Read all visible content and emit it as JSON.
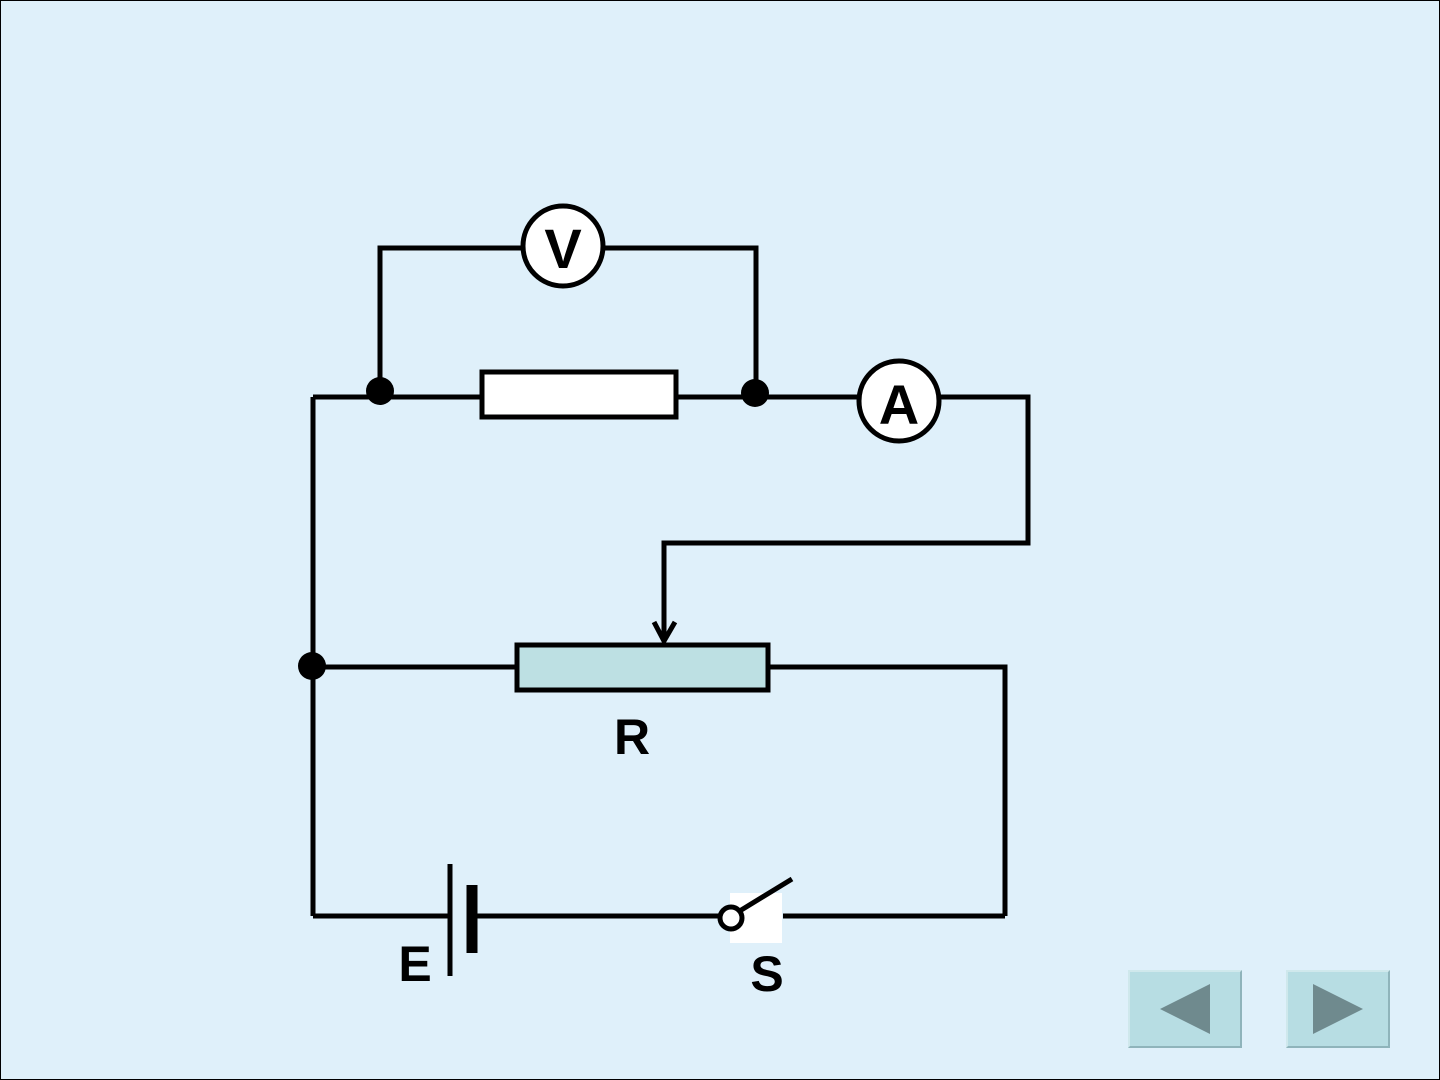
{
  "diagram": {
    "voltmeter_label": "V",
    "ammeter_label": "A",
    "rheostat_label": "R",
    "battery_label": "E",
    "switch_label": "S"
  },
  "navigation": {
    "prev_icon": "triangle-left",
    "next_icon": "triangle-right"
  },
  "colors": {
    "background": "#dff0fa",
    "wire": "#000000",
    "resistor_fill": "#ffffff",
    "rheostat_fill": "#bde0e3",
    "nav_button": "#b7dde3",
    "nav_arrow": "#6f8a8e"
  }
}
